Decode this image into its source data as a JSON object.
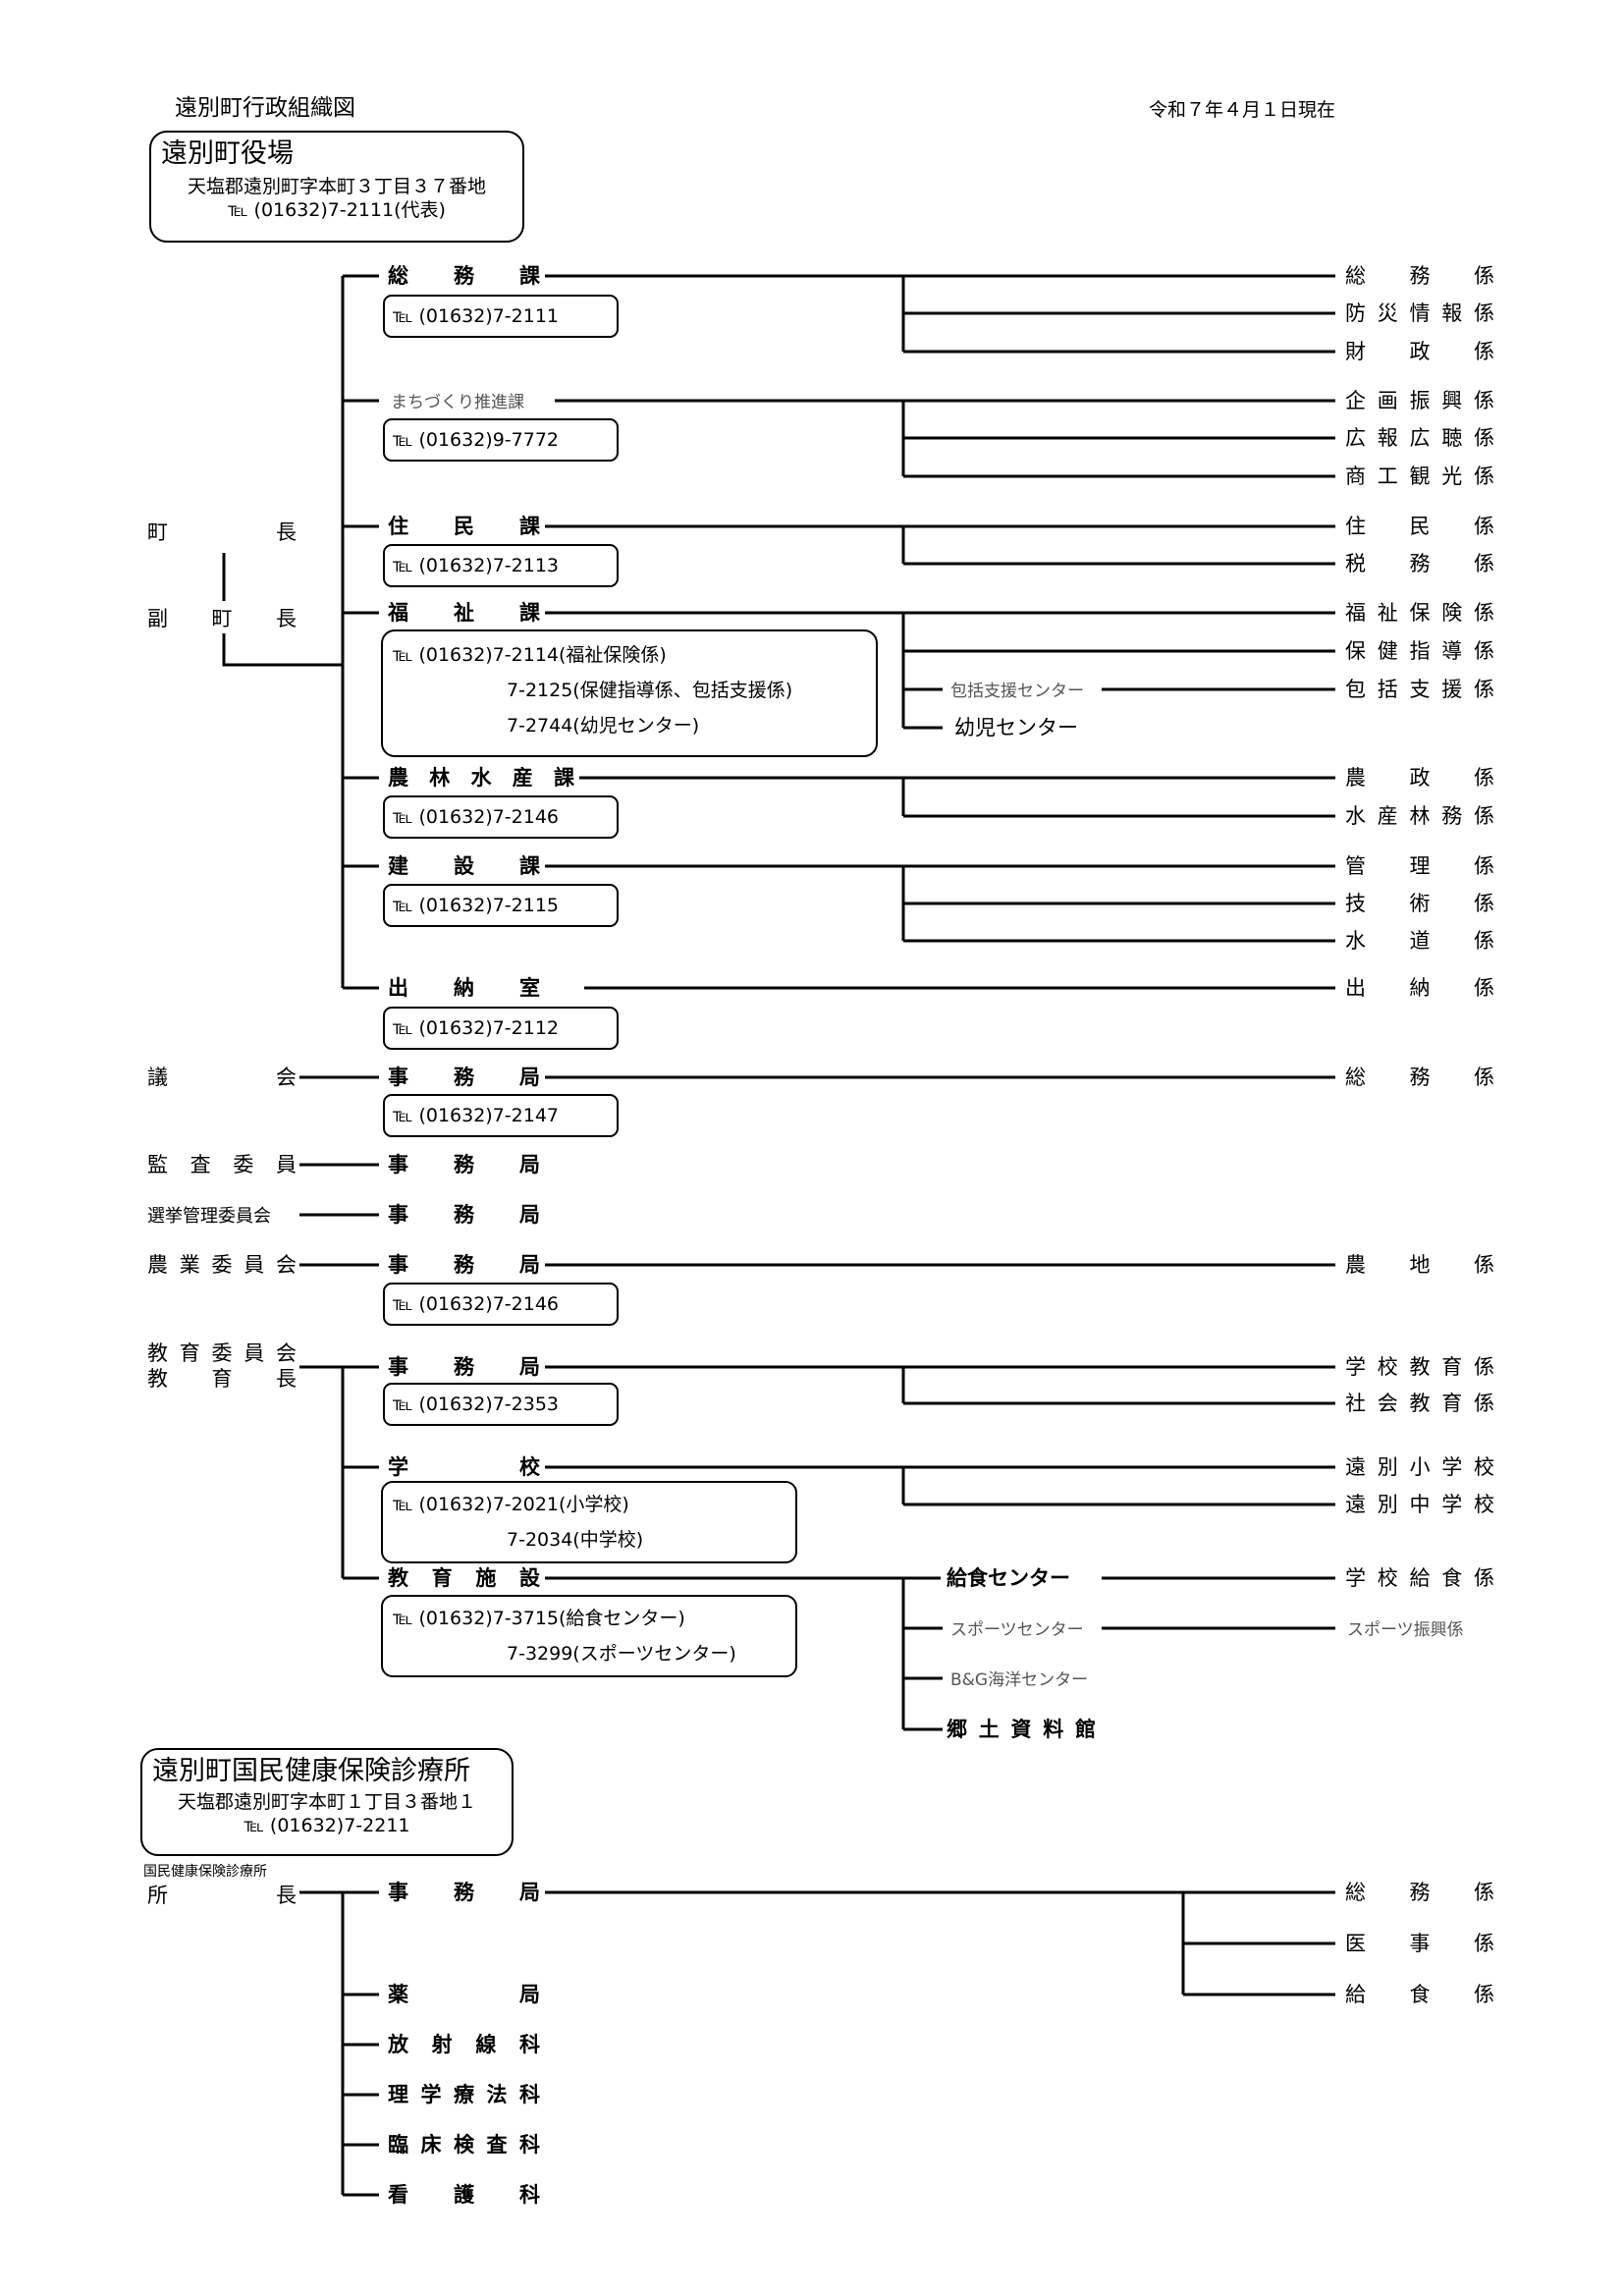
{
  "header": {
    "title": "遠別町行政組織図",
    "as_of": "令和７年４月１日現在"
  },
  "office": {
    "name": "遠別町役場",
    "address": "天塩郡遠別町字本町３丁目３７番地",
    "tel": "℡ (01632)7-2111(代表)"
  },
  "left": {
    "mayor": "町長",
    "deputy": "副町長",
    "council": "議会",
    "audit": "監査委員",
    "election": "選挙管理委員会",
    "agri_committee": "農業委員会",
    "edu_board": "教育委員会",
    "edu_chief": "教育長"
  },
  "depts": {
    "somu": {
      "name": "総務課",
      "tel": "℡ (01632)7-2111",
      "sections": [
        "総務係",
        "防災情報係",
        "財政係"
      ]
    },
    "machi": {
      "name": "まちづくり推進課",
      "tel": "℡ (01632)9-7772",
      "sections": [
        "企画振興係",
        "広報広聴係",
        "商工観光係"
      ]
    },
    "jumin": {
      "name": "住民課",
      "tel": "℡ (01632)7-2113",
      "sections": [
        "住民係",
        "税務係"
      ]
    },
    "fukushi": {
      "name": "福祉課",
      "tel1": "℡ (01632)7-2114(福祉保険係)",
      "tel2": "7-2125(保健指導係、包括支援係)",
      "tel3": "7-2744(幼児センター)",
      "sections": [
        "福祉保険係",
        "保健指導係",
        "包括支援係"
      ],
      "center1": "包括支援センター",
      "center2": "幼児センター"
    },
    "norin": {
      "name": "農林水産課",
      "tel": "℡ (01632)7-2146",
      "sections": [
        "農政係",
        "水産林務係"
      ]
    },
    "kensetsu": {
      "name": "建設課",
      "tel": "℡ (01632)7-2115",
      "sections": [
        "管理係",
        "技術係",
        "水道係"
      ]
    },
    "suito": {
      "name": "出納室",
      "tel": "℡ (01632)7-2112",
      "sections": [
        "出納係"
      ]
    },
    "gikai_jimu": {
      "name": "事務局",
      "tel": "℡ (01632)7-2147",
      "sections": [
        "総務係"
      ]
    },
    "kansa_jimu": {
      "name": "事務局"
    },
    "senkyo_jimu": {
      "name": "事務局"
    },
    "nogyo_jimu": {
      "name": "事務局",
      "tel": "℡ (01632)7-2146",
      "sections": [
        "農地係"
      ]
    },
    "kyoiku_jimu": {
      "name": "事務局",
      "tel": "℡ (01632)7-2353",
      "sections": [
        "学校教育係",
        "社会教育係"
      ]
    },
    "gakko": {
      "name": "学校",
      "tel1": "℡ (01632)7-2021(小学校)",
      "tel2": "7-2034(中学校)",
      "sections": [
        "遠別小学校",
        "遠別中学校"
      ]
    },
    "shisetsu": {
      "name": "教育施設",
      "tel1": "℡ (01632)7-3715(給食センター)",
      "tel2": "7-3299(スポーツセンター)",
      "facilities": [
        "給食センター",
        "スポーツセンター",
        "B&G海洋センター",
        "郷土資料館"
      ],
      "sections": [
        "学校給食係",
        "スポーツ振興係"
      ]
    }
  },
  "clinic": {
    "name": "遠別町国民健康保険診療所",
    "address": "天塩郡遠別町字本町１丁目３番地１",
    "tel": "℡ (01632)7-2211",
    "head_small": "国民健康保険診療所",
    "head": "所長",
    "units": [
      "事務局",
      "薬局",
      "放射線科",
      "理学療法科",
      "臨床検査科",
      "看護科"
    ],
    "sections": [
      "総務係",
      "医事係",
      "給食係"
    ]
  }
}
